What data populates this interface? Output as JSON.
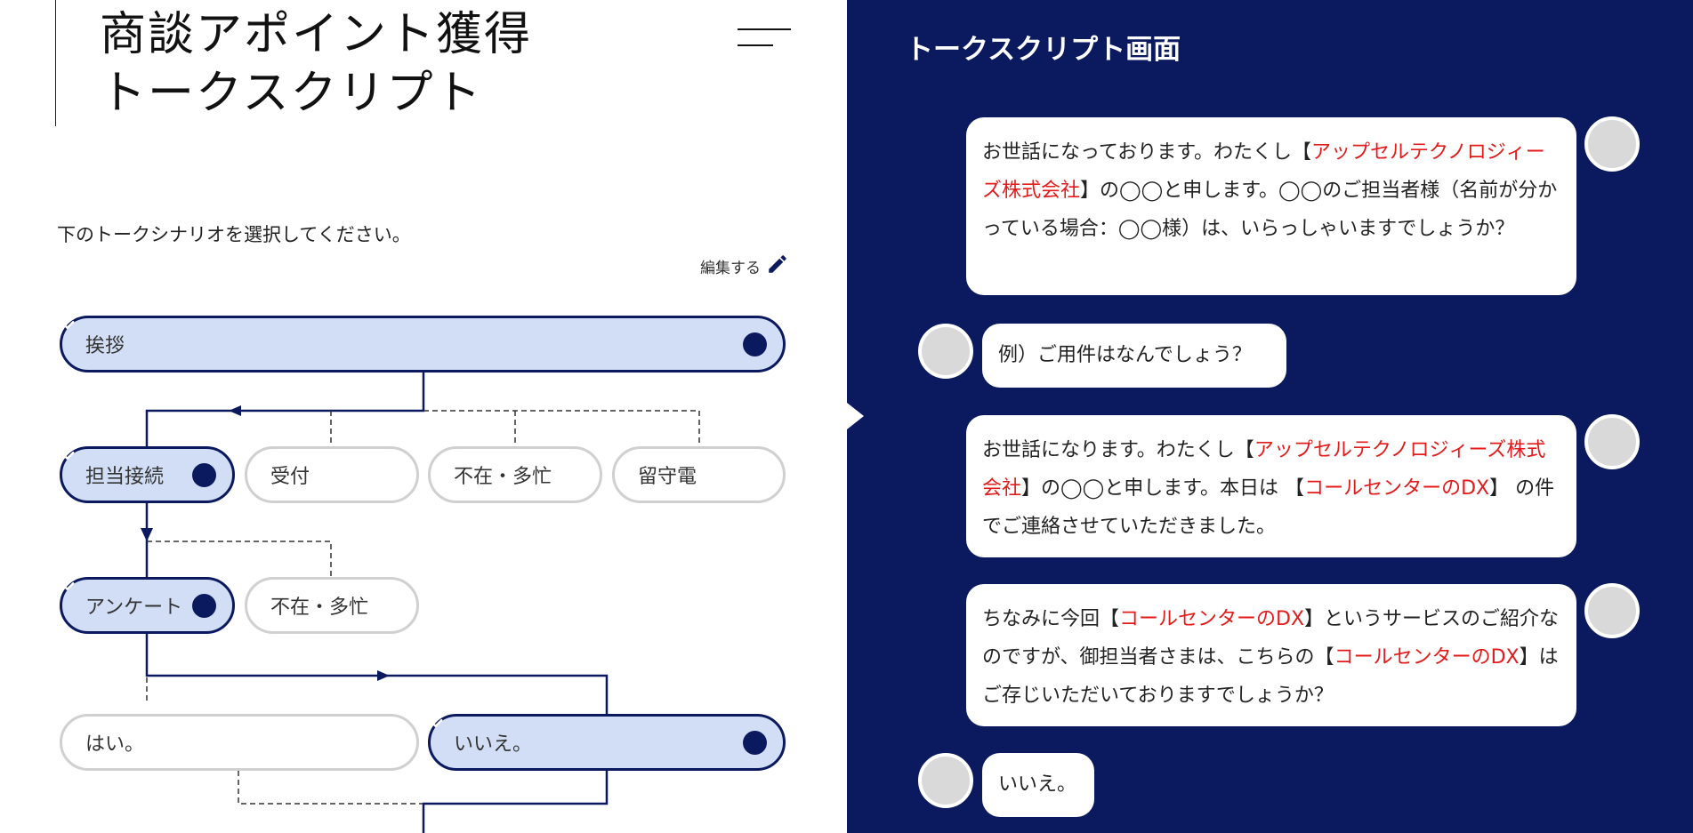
{
  "header": {
    "title_line1": "商談アポイント獲得",
    "title_line2": "トークスクリプト",
    "menu_icon": "hamburger-menu-icon"
  },
  "instruction": "下のトークシナリオを選択してください。",
  "edit": {
    "label": "編集する",
    "icon": "pencil-icon"
  },
  "flow": {
    "rows": [
      {
        "nodes": [
          {
            "label": "挨拶",
            "selected": true
          }
        ]
      },
      {
        "nodes": [
          {
            "label": "担当接続",
            "selected": true
          },
          {
            "label": "受付",
            "selected": false
          },
          {
            "label": "不在・多忙",
            "selected": false
          },
          {
            "label": "留守電",
            "selected": false
          }
        ]
      },
      {
        "nodes": [
          {
            "label": "アンケート",
            "selected": true
          },
          {
            "label": "不在・多忙",
            "selected": false
          }
        ]
      },
      {
        "nodes": [
          {
            "label": "はい。",
            "selected": false
          },
          {
            "label": "いいえ。",
            "selected": true
          }
        ]
      }
    ],
    "colors": {
      "active_border": "#0b1a5e",
      "active_fill": "#d1def5",
      "inactive_border": "#d0d0d0"
    }
  },
  "chat": {
    "title": "トークスクリプト画面",
    "background": "#0b1a5e",
    "highlight_color": "#e31b1b",
    "messages": [
      {
        "side": "right",
        "segments": [
          {
            "t": "お世話になっております。わたくし【"
          },
          {
            "t": "アップセルテクノロジィーズ株式会社",
            "hl": true
          },
          {
            "t": "】の◯◯と申します。◯◯のご担当者様（名前が分かっている場合：◯◯様）は、いらっしゃいますでしょうか？"
          }
        ]
      },
      {
        "side": "left",
        "segments": [
          {
            "t": "例）ご用件はなんでしょう？"
          }
        ]
      },
      {
        "side": "right",
        "segments": [
          {
            "t": "お世話になります。わたくし【"
          },
          {
            "t": "アップセルテクノロジィーズ株式会社",
            "hl": true
          },
          {
            "t": "】の◯◯と申します。本日は 【"
          },
          {
            "t": "コールセンターのDX",
            "hl": true
          },
          {
            "t": "】 の件でご連絡させていただきました。"
          }
        ]
      },
      {
        "side": "right",
        "segments": [
          {
            "t": "ちなみに今回【"
          },
          {
            "t": "コールセンターのDX",
            "hl": true
          },
          {
            "t": "】というサービスのご紹介なのですが、御担当者さまは、こちらの【"
          },
          {
            "t": "コールセンターのDX",
            "hl": true
          },
          {
            "t": "】はご存じいただいておりますでしょうか？"
          }
        ]
      },
      {
        "side": "left",
        "segments": [
          {
            "t": "いいえ。"
          }
        ]
      }
    ]
  }
}
